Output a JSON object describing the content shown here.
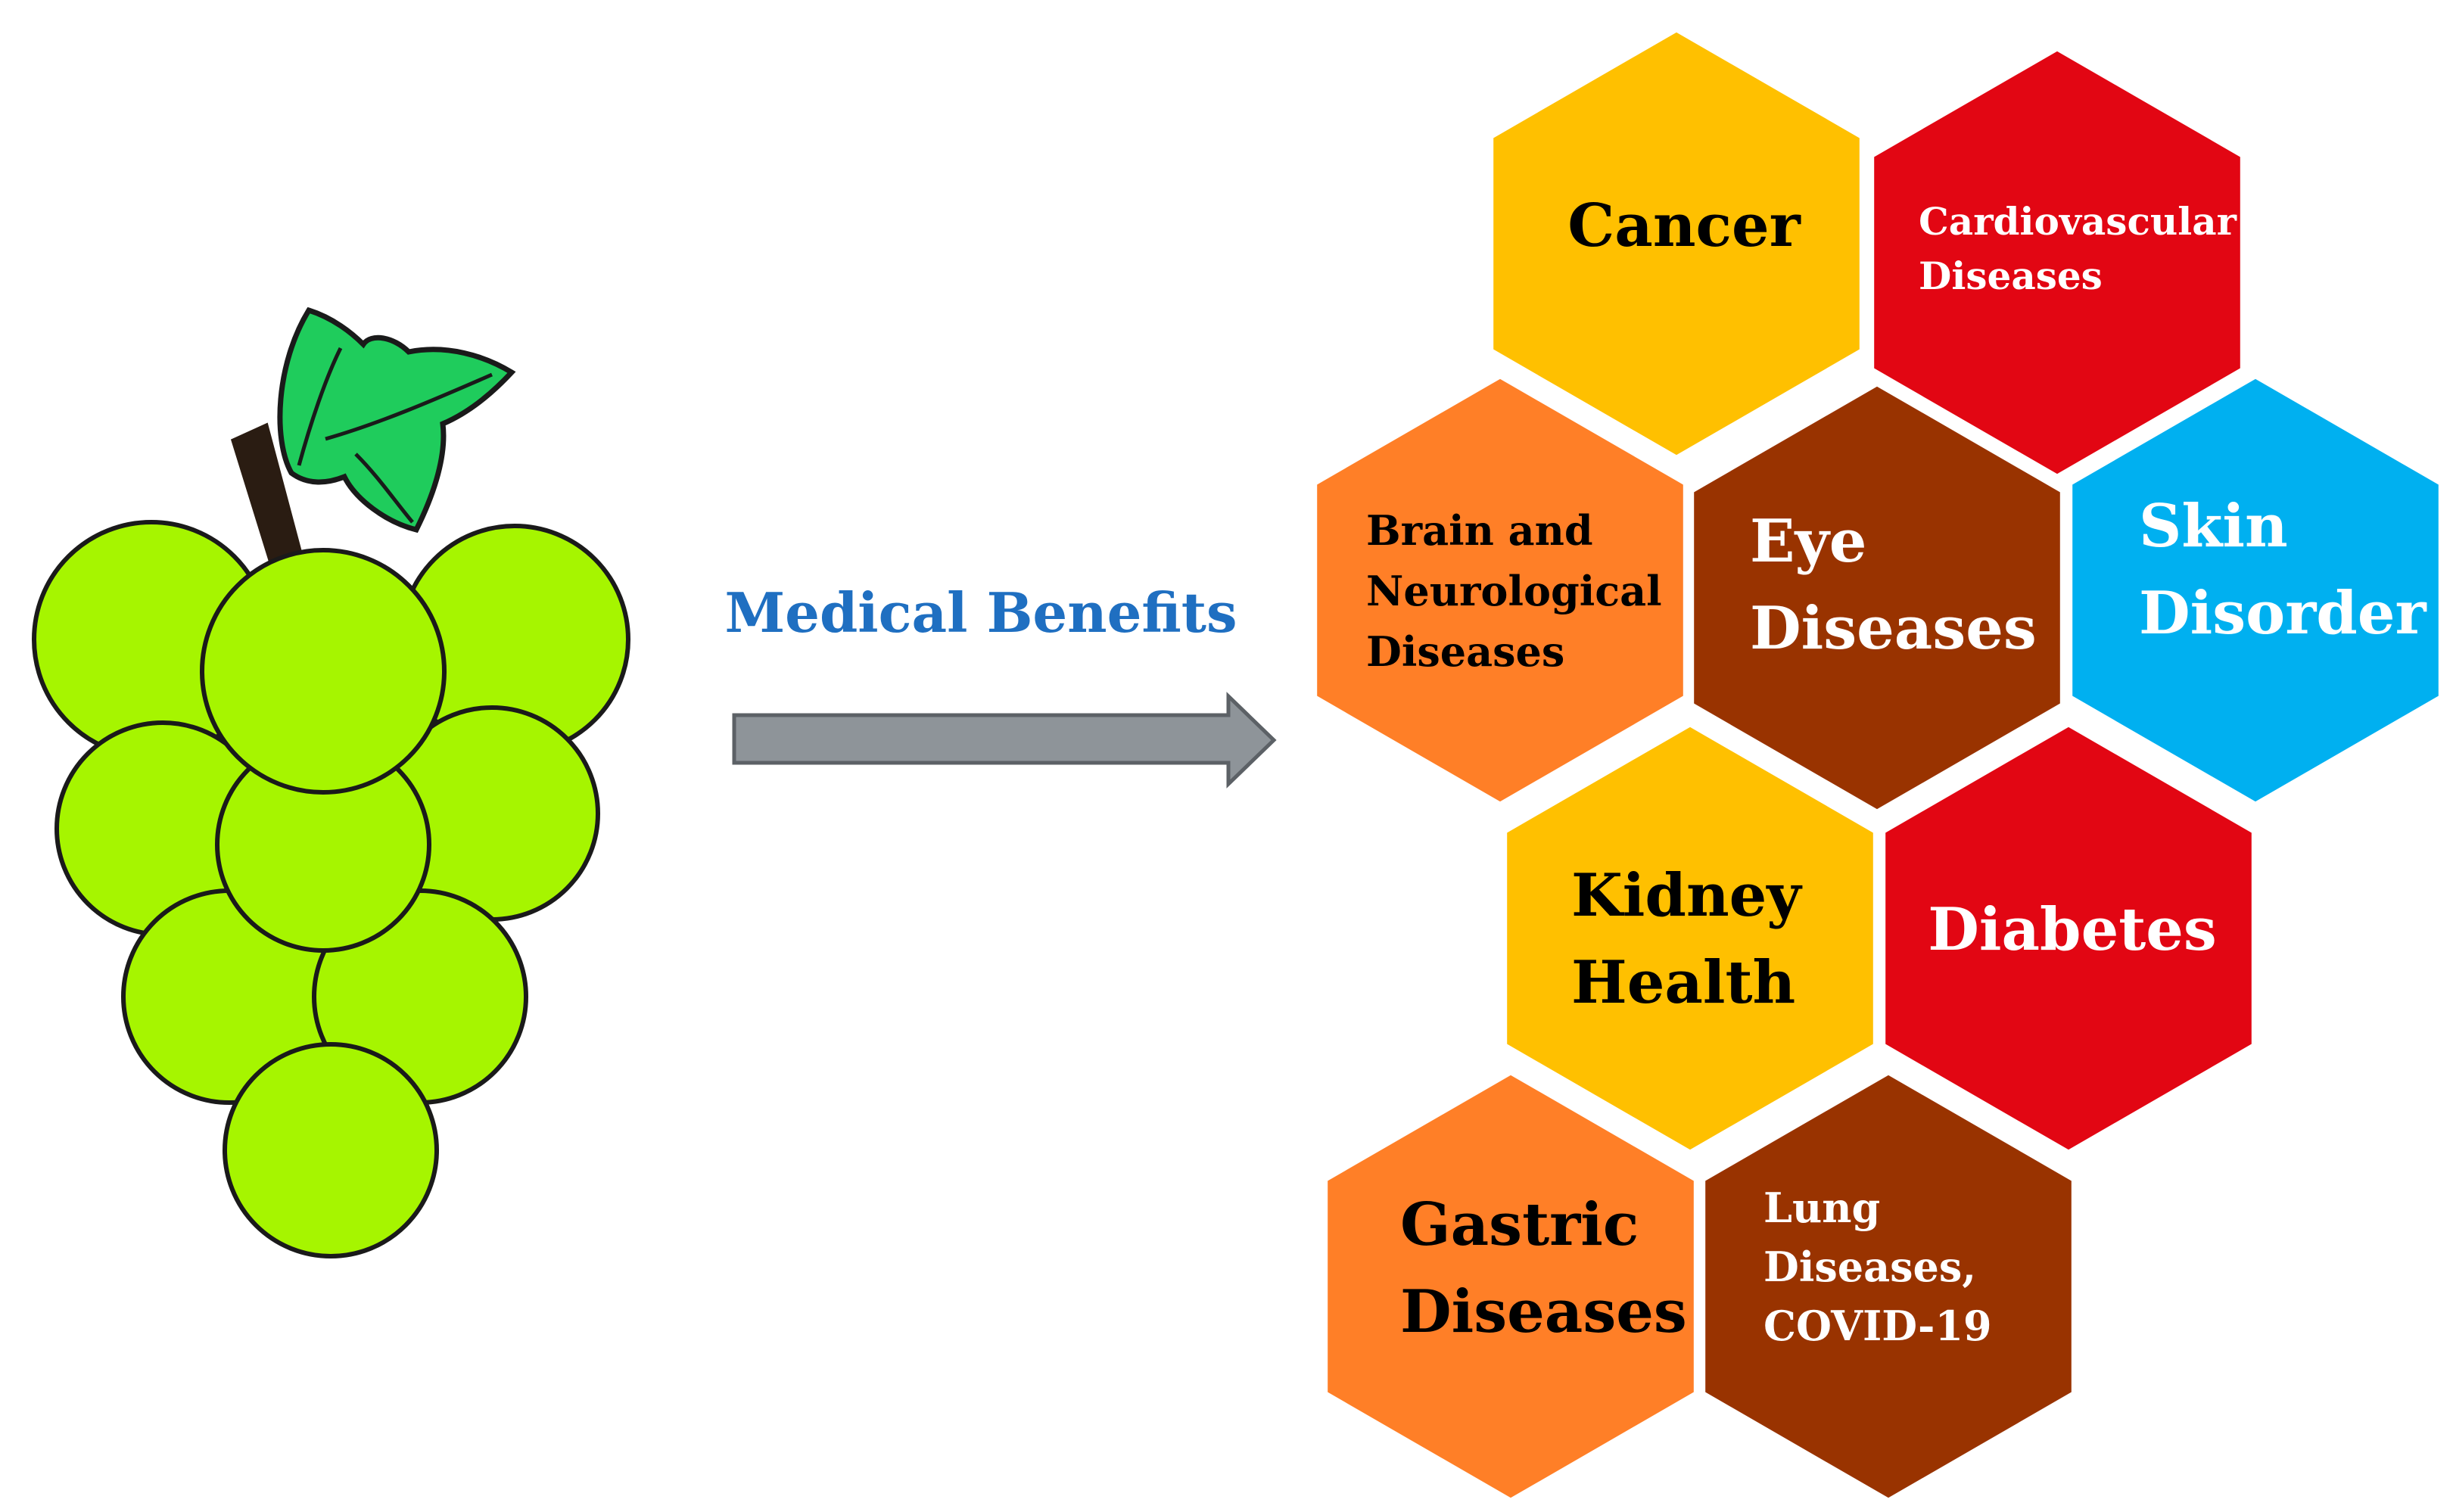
{
  "diagram": {
    "title": "Medical Benefits",
    "colors": {
      "title": "#1f6fc1",
      "arrow_fill": "#8e9499",
      "arrow_stroke": "#5c6166",
      "grape_fill": "#a6f500",
      "grape_stroke": "#1a1a1a",
      "stem": "#2a1c12",
      "leaf_fill": "#1fcc5c",
      "leaf_stroke": "#1a1a1a",
      "hex_border": "#ffffff"
    },
    "icons": {
      "grape": "grape-bunch-icon",
      "leaf": "leaf-icon",
      "arrow": "right-arrow-icon"
    },
    "benefits": [
      {
        "id": "cancer",
        "lines": [
          "Cancer"
        ],
        "fill": "#ffc000",
        "text_color": "#000000"
      },
      {
        "id": "cardiovascular",
        "lines": [
          "Cardiovascular",
          "Diseases"
        ],
        "fill": "#e20613",
        "text_color": "#ffffff"
      },
      {
        "id": "brain",
        "lines": [
          "Brain and",
          "Neurological",
          "Diseases"
        ],
        "fill": "#ff7f27",
        "text_color": "#000000"
      },
      {
        "id": "eye",
        "lines": [
          "Eye",
          "Diseases"
        ],
        "fill": "#993300",
        "text_color": "#ffffff"
      },
      {
        "id": "skin",
        "lines": [
          "Skin",
          "Disorder"
        ],
        "fill": "#00b0f0",
        "text_color": "#ffffff"
      },
      {
        "id": "kidney",
        "lines": [
          "Kidney",
          "Health"
        ],
        "fill": "#ffc000",
        "text_color": "#000000"
      },
      {
        "id": "diabetes",
        "lines": [
          "Diabetes"
        ],
        "fill": "#e20613",
        "text_color": "#ffffff"
      },
      {
        "id": "gastric",
        "lines": [
          "Gastric",
          "Diseases"
        ],
        "fill": "#ff7f27",
        "text_color": "#000000"
      },
      {
        "id": "lung",
        "lines": [
          "Lung",
          "Diseases,",
          "COVID-19"
        ],
        "fill": "#993300",
        "text_color": "#ffffff"
      }
    ]
  }
}
